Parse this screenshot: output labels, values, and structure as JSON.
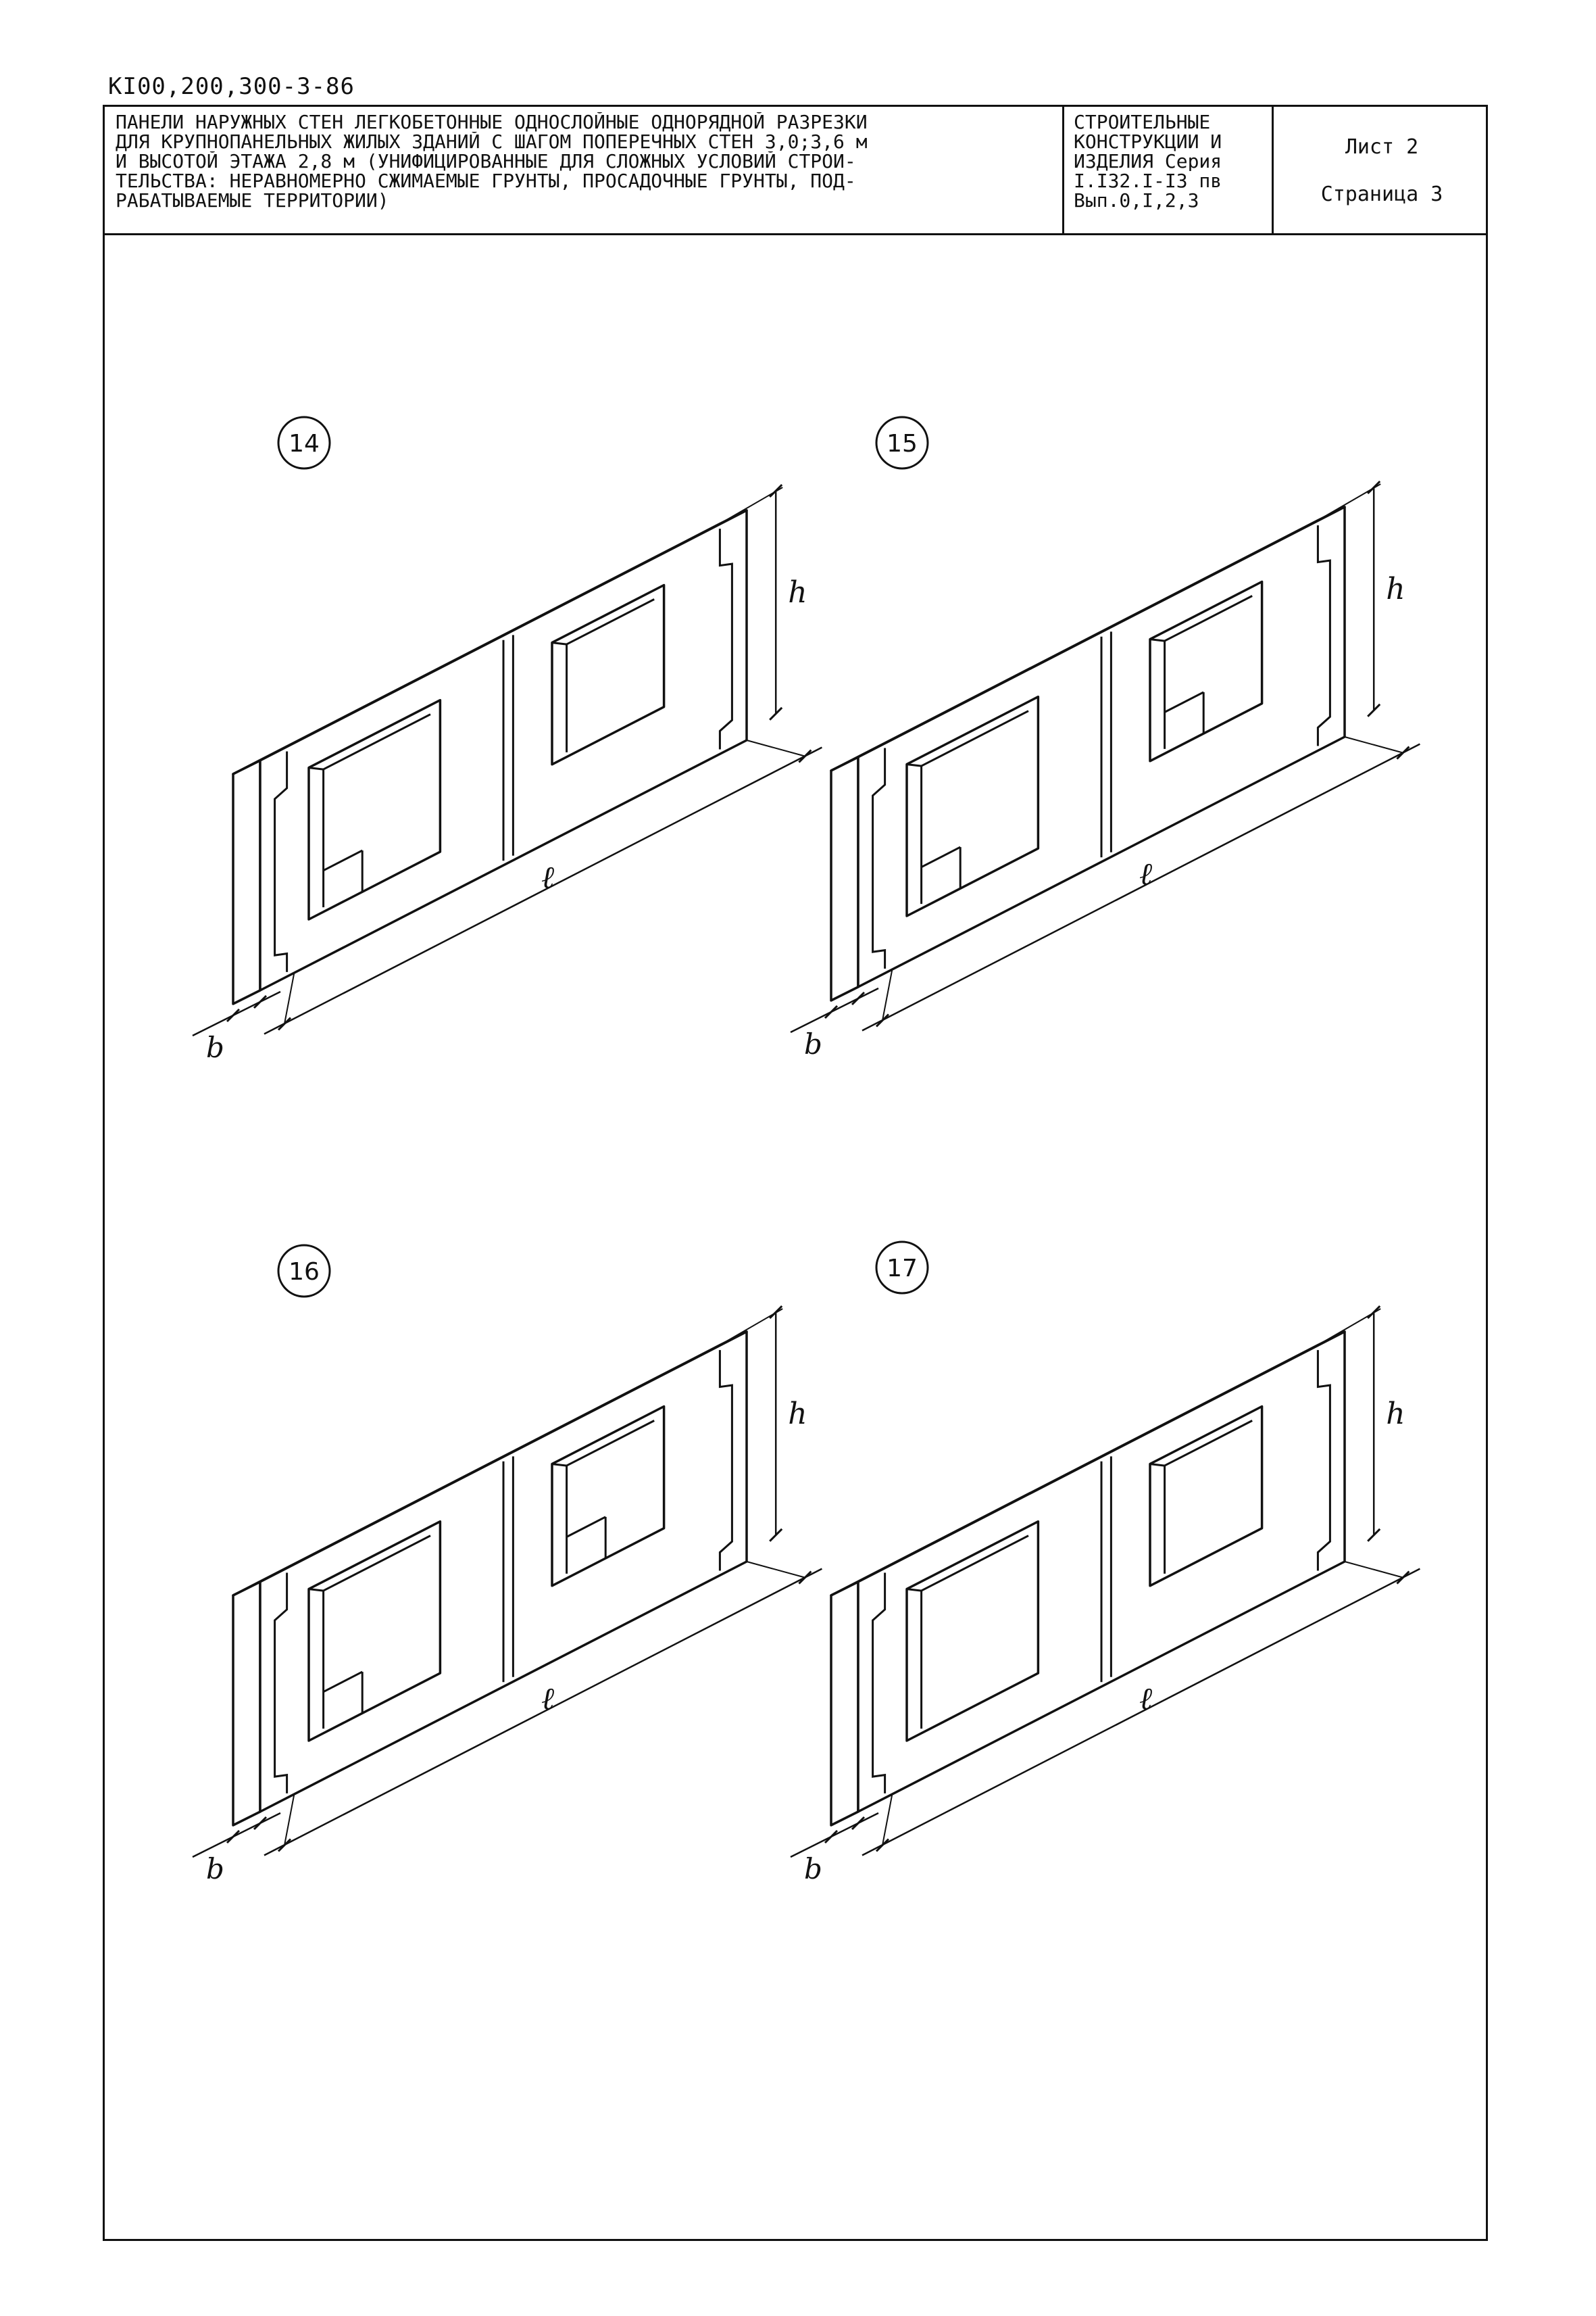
{
  "document": {
    "code": "КI00,200,300-3-86"
  },
  "title_block": {
    "title_lines": [
      "ПАНЕЛИ НАРУЖНЫХ СТЕН ЛЕГКОБЕТОННЫЕ ОДНОСЛОЙНЫЕ ОДНОРЯДНОЙ РАЗРЕЗКИ",
      "ДЛЯ КРУПНОПАНЕЛЬНЫХ ЖИЛЫХ ЗДАНИЙ С ШАГОМ ПОПЕРЕЧНЫХ СТЕН 3,0;3,6 м",
      "И ВЫСОТОЙ ЭТАЖА 2,8 м (УНИФИЦИРОВАННЫЕ ДЛЯ СЛОЖНЫХ УСЛОВИЙ СТРОИ-",
      "ТЕЛЬСТВА: НЕРАВНОМЕРНО СЖИМАЕМЫЕ ГРУНТЫ, ПРОСАДОЧНЫЕ ГРУНТЫ, ПОД-",
      "РАБАТЫВАЕМЫЕ ТЕРРИТОРИИ)"
    ],
    "series_lines": [
      "СТРОИТЕЛЬНЫЕ",
      "КОНСТРУКЦИИ И",
      "ИЗДЕЛИЯ Серия",
      "I.I32.I-I3 пв",
      "Вып.0,I,2,3"
    ],
    "sheet": "Лист 2",
    "page": "Страница 3"
  },
  "panels": [
    {
      "number": "14",
      "dim_h": "h",
      "dim_l": "ℓ",
      "dim_b": "b"
    },
    {
      "number": "15",
      "dim_h": "h",
      "dim_l": "ℓ",
      "dim_b": "b"
    },
    {
      "number": "16",
      "dim_h": "h",
      "dim_l": "ℓ",
      "dim_b": "b"
    },
    {
      "number": "17",
      "dim_h": "h",
      "dim_l": "ℓ",
      "dim_b": "b"
    }
  ]
}
